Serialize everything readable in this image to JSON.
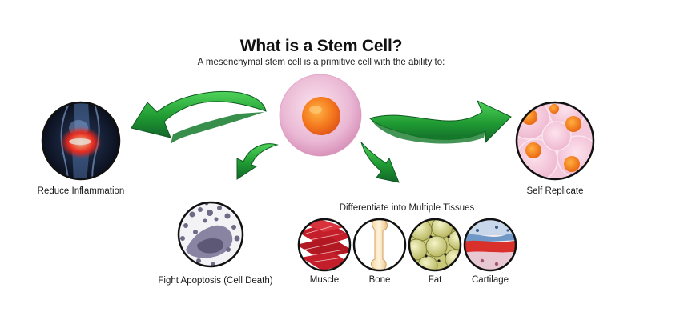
{
  "title": "What is a Stem Cell?",
  "subtitle": "A mesenchymal stem cell is a primitive cell with the ability to:",
  "labels": {
    "reduce_inflammation": "Reduce Inflammation",
    "self_replicate": "Self Replicate",
    "differentiate": "Differentiate into Multiple Tissues",
    "fight_apoptosis": "Fight Apoptosis (Cell Death)",
    "muscle": "Muscle",
    "bone": "Bone",
    "fat": "Fat",
    "cartilage": "Cartilage"
  },
  "colors": {
    "arrow_dark": "#1f7a2e",
    "arrow_light": "#3fbf4a",
    "stem_cell_outer": "#e9b7d3",
    "stem_cell_nucleus": "#f47a1e",
    "inflammation_glow": "#ff3a2a",
    "muscle_red": "#c41e2a",
    "fat_yellow": "#d7d77a",
    "cartilage_red": "#d9302b"
  },
  "icons": [
    "knee-joint-icon",
    "stem-cell-icon",
    "replicating-cells-icon",
    "apoptosis-cells-icon",
    "muscle-tissue-icon",
    "bone-icon",
    "fat-cells-icon",
    "cartilage-tissue-icon"
  ]
}
